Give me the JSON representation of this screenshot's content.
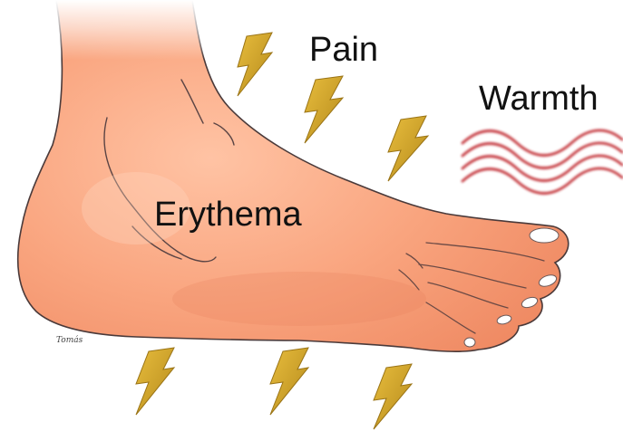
{
  "labels": {
    "pain": "Pain",
    "warmth": "Warmth",
    "erythema": "Erythema"
  },
  "signature": "Tomás",
  "colors": {
    "skin": "#f8a27c",
    "skin_light": "#ffd6c0",
    "skin_shadow": "#e77f5c",
    "outline": "#4a3a3a",
    "bolt_fill": "#d4a52a",
    "bolt_shadow": "#a37818",
    "warmth_wave": "#c0262d",
    "text": "#111111"
  },
  "icons": {
    "bolt": "lightning-bolt-icon",
    "waves": "heat-waves-icon"
  }
}
